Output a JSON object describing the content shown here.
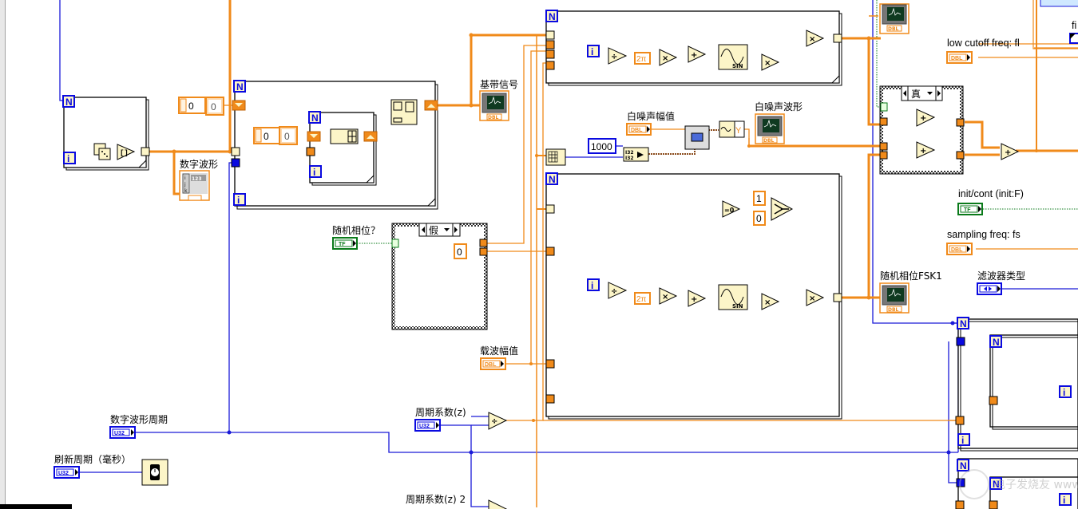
{
  "diagram": {
    "type": "LabVIEW block diagram",
    "labels": {
      "digital_waveform": "数字波形",
      "baseband_signal": "基带信号",
      "white_noise_amplitude": "白噪声幅值",
      "white_noise_waveform": "白噪声波形",
      "random_phase_q": "随机相位？",
      "carrier_amplitude": "载波幅值",
      "digital_waveform_period": "数字波形周期",
      "refresh_period_ms": "刷新周期（毫秒）",
      "period_coeff_z": "周期系数(z)",
      "period_coeff_z2": "周期系数(z) 2",
      "low_cutoff": "low cutoff freq: fl",
      "init_cont": "init/cont (init:F)",
      "sampling_freq": "sampling freq: fs",
      "random_phase_fsk1": "随机相位FSK1",
      "filter_type": "滤波器类型",
      "partial_right_label": "fi"
    },
    "case_structures": [
      {
        "selector": "假"
      },
      {
        "selector": "真"
      }
    ],
    "constants": {
      "numeric_zero_a": "0",
      "numeric_zero_b": "0",
      "numeric_zero_c": "0",
      "numeric_zero_d": "0",
      "case_zero": "0",
      "noise_count": "1000",
      "select_one": "1",
      "select_zero": "0",
      "two_pi": "2π"
    },
    "terminal_types": {
      "dbl": "DBL",
      "u32": "U32",
      "tf": "TF",
      "i32": "I32",
      "n": "N",
      "i": "i",
      "sin": "SIN",
      "eq0": "=0",
      "y": "Y",
      "ijk_i": "i",
      "ijk_j": "j",
      "ijk_k": "k",
      "ijk_val": "123"
    },
    "colors": {
      "orange_wire": "#f08a1a",
      "blue_wire": "#1a1ad8",
      "green_wire": "#0a7a1a",
      "node_fill": "#fcf5c8",
      "structure_border": "#000000",
      "terminal_blue": "#0a0ae0",
      "brown_wire": "#8a4a1a"
    },
    "watermark": "电子发烧友 www.elecfans.com"
  }
}
